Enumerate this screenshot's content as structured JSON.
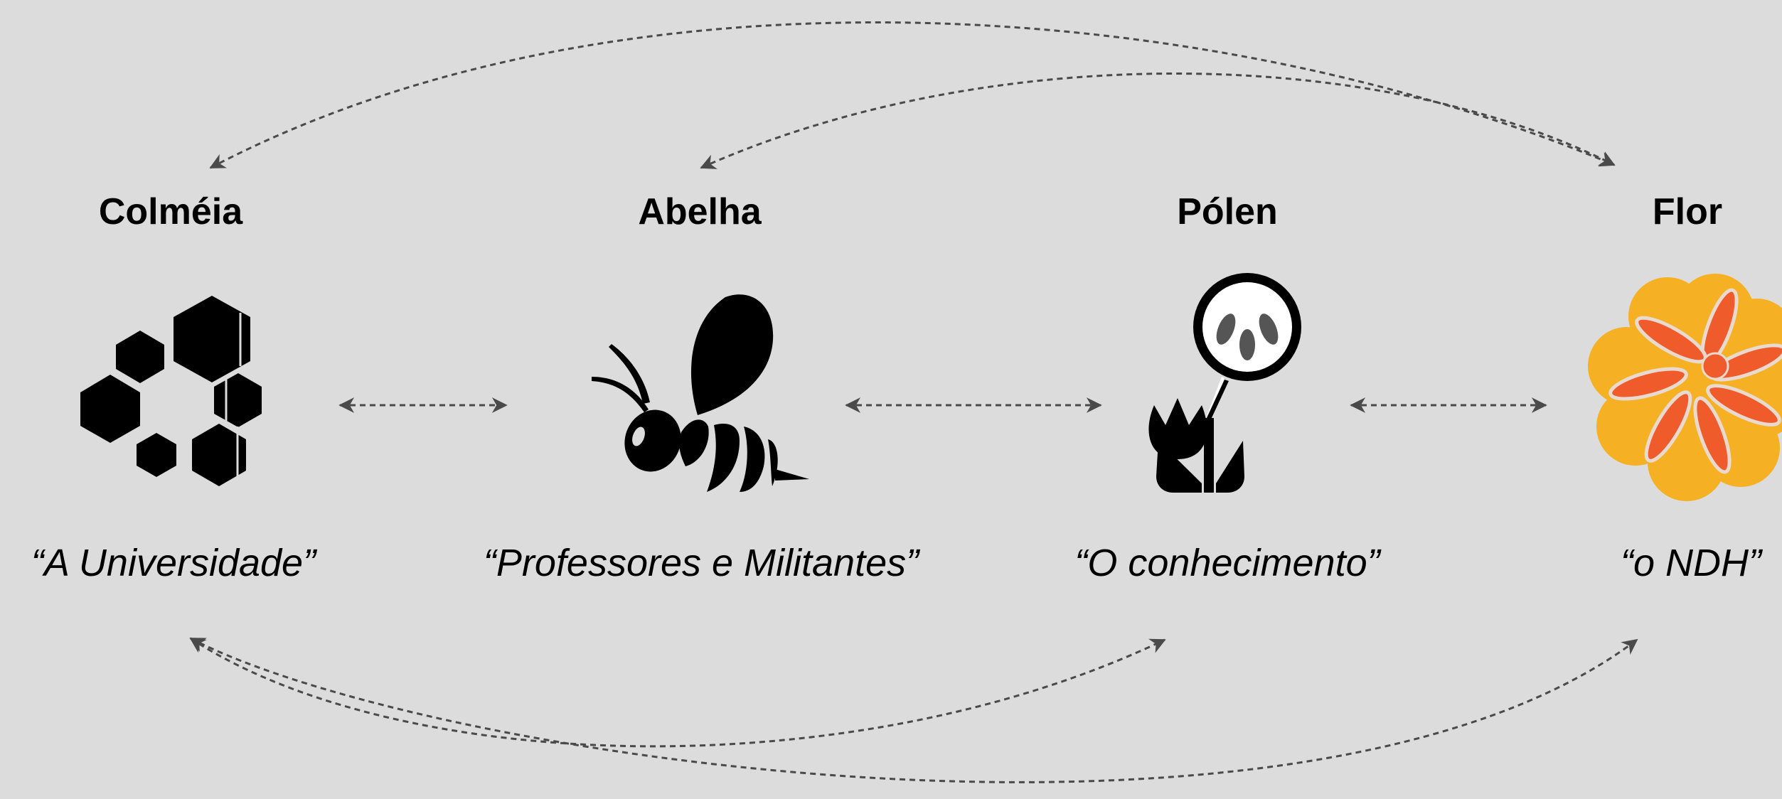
{
  "diagram": {
    "nodes": [
      {
        "id": "colmeia",
        "title": "Colméia",
        "subtitle": "“A Universidade”",
        "icon": "honeycomb-icon"
      },
      {
        "id": "abelha",
        "title": "Abelha",
        "subtitle": "“Professores e Militantes”",
        "icon": "bee-icon"
      },
      {
        "id": "polen",
        "title": "Pólen",
        "subtitle": "“O conhecimento”",
        "icon": "pollen-flower-icon"
      },
      {
        "id": "flor",
        "title": "Flor",
        "subtitle": "“o NDH”",
        "icon": "flower-icon"
      }
    ],
    "links": [
      {
        "from": "colmeia",
        "to": "abelha",
        "style": "dashed",
        "direction": "both"
      },
      {
        "from": "abelha",
        "to": "polen",
        "style": "dashed",
        "direction": "both"
      },
      {
        "from": "polen",
        "to": "flor",
        "style": "dashed",
        "direction": "both"
      },
      {
        "from": "colmeia",
        "to": "flor",
        "style": "dashed-curve",
        "direction": "both"
      },
      {
        "from": "abelha",
        "to": "flor",
        "style": "dashed-curve",
        "direction": "both"
      },
      {
        "from": "colmeia",
        "to": "polen",
        "style": "dashed-curve",
        "direction": "both"
      },
      {
        "from": "colmeia",
        "to": "flor",
        "style": "dashed-curve",
        "direction": "both"
      }
    ],
    "colors": {
      "background": "#dcdcdc",
      "arrow": "#4a4a4a",
      "icon": "#000000",
      "flower_outer": "#f5b123",
      "flower_inner": "#ef5b2a",
      "flower_outline": "#e9d9cf"
    }
  }
}
